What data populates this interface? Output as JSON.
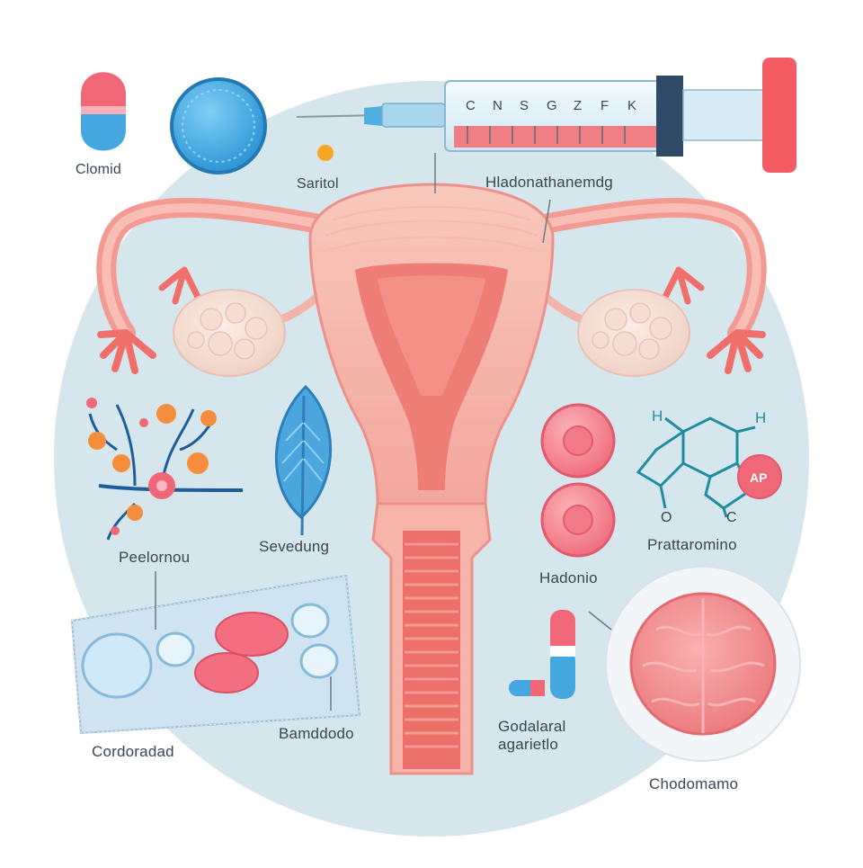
{
  "labels": {
    "clomid": "Clomid",
    "saritol": "Saritol",
    "syringe_label": "Hladonathanemdg",
    "peelornou": "Peelornou",
    "sevedung": "Sevedung",
    "hadonio": "Hadonio",
    "prattaromino": "Prattaromino",
    "cordoradad": "Cordoradad",
    "bamddodo": "Bamddodo",
    "godalaral_line1": "Godalaral",
    "godalaral_line2": "agarietlo",
    "chodomamo": "Chodomamo"
  },
  "molecule": {
    "atom_h1": "H",
    "atom_h2": "H",
    "badge": "AP",
    "atom_o1": "O",
    "atom_c1": "C"
  },
  "syringe_marks": [
    "C",
    "N",
    "S",
    "G",
    "Z",
    "F",
    "K"
  ],
  "colors": {
    "background_circle": "#d5e6ec",
    "uterus": "#f4a99f",
    "uterus_dark": "#e8706b",
    "pill_red": "#f06878",
    "pill_blue": "#45a7e0",
    "syringe_plunger": "#f25c62",
    "label_text": "#3a4654"
  }
}
